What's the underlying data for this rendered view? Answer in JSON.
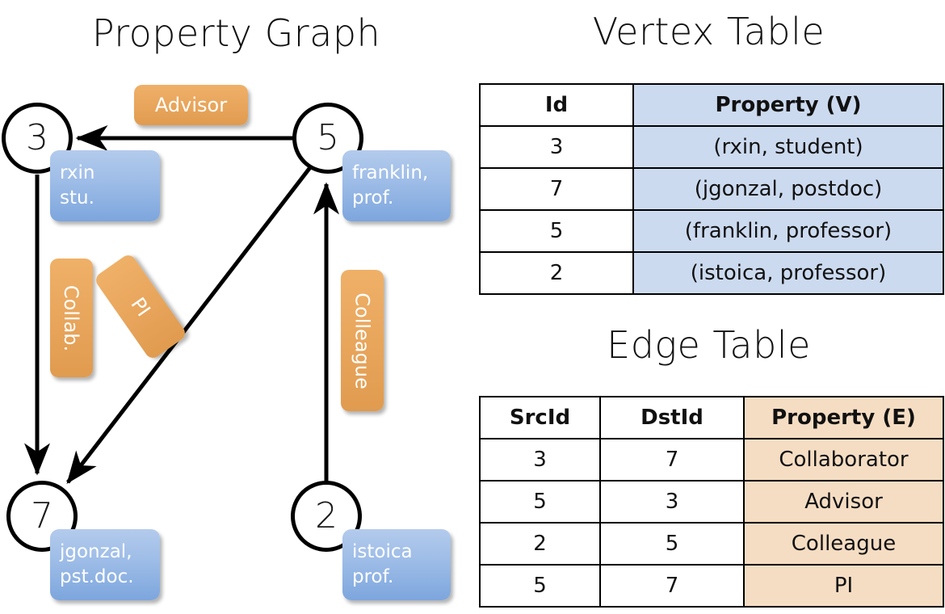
{
  "titles": {
    "property_graph": "Property Graph",
    "vertex_table": "Vertex Table",
    "edge_table": "Edge Table"
  },
  "graph": {
    "nodes": [
      {
        "id": "3",
        "property_lines": [
          "rxin",
          "stu."
        ]
      },
      {
        "id": "5",
        "property_lines": [
          "franklin,",
          "prof."
        ]
      },
      {
        "id": "7",
        "property_lines": [
          "jgonzal,",
          "pst.doc."
        ]
      },
      {
        "id": "2",
        "property_lines": [
          "istoica",
          "prof."
        ]
      }
    ],
    "edge_labels": [
      {
        "name": "advisor",
        "text": "Advisor"
      },
      {
        "name": "collab",
        "text": "Collab."
      },
      {
        "name": "pi",
        "text": "PI"
      },
      {
        "name": "colleague",
        "text": "Colleague"
      }
    ]
  },
  "vertex_table": {
    "headers": [
      "Id",
      "Property (V)"
    ],
    "rows": [
      [
        "3",
        "(rxin, student)"
      ],
      [
        "7",
        "(jgonzal, postdoc)"
      ],
      [
        "5",
        "(franklin, professor)"
      ],
      [
        "2",
        "(istoica, professor)"
      ]
    ]
  },
  "edge_table": {
    "headers": [
      "SrcId",
      "DstId",
      "Property (E)"
    ],
    "rows": [
      [
        "3",
        "7",
        "Collaborator"
      ],
      [
        "5",
        "3",
        "Advisor"
      ],
      [
        "2",
        "5",
        "Colleague"
      ],
      [
        "5",
        "7",
        "PI"
      ]
    ]
  },
  "colors": {
    "vertex_property_fill": "#ccdaef",
    "edge_property_fill": "#f5ddc3",
    "node_box_blue": "#9dbce7",
    "edge_label_orange": "#eaa85f",
    "stroke": "#000000"
  }
}
